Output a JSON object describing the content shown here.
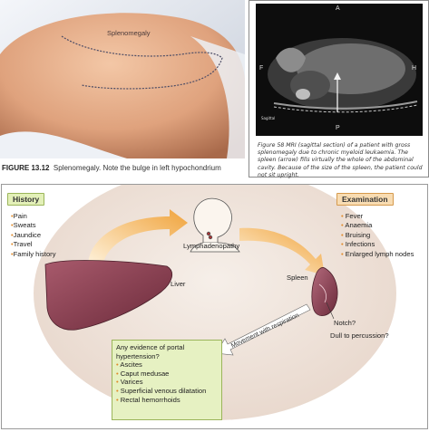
{
  "photo": {
    "overlay_label": "Splenomegaly",
    "caption_figure": "FIGURE 13.12",
    "caption_text": "Splenomegaly. Note the bulge in left hypochondrium"
  },
  "mri": {
    "label_top": "A",
    "label_left": "F",
    "label_right": "H",
    "label_bottom": "P",
    "caption": "Figure 58 MRI (sagittal section) of a patient with gross splenomegaly due to chronic myeloid leukaemia. The spleen (arrow) fills virtually the whole of the abdominal cavity. Because of the size of the spleen, the patient could not sit upright."
  },
  "diagram": {
    "history_title": "History",
    "history_items": [
      "Pain",
      "Sweats",
      "Jaundice",
      "Travel",
      "Family history"
    ],
    "exam_title": "Examination",
    "exam_items": [
      "Fever",
      "Anaemia",
      "Bruising",
      "Infections",
      "Enlarged lymph nodes"
    ],
    "lymph_label": "Lymphadenopathy",
    "liver_label": "Liver",
    "spleen_label": "Spleen",
    "notch_label": "Notch?",
    "dull_label": "Dull to percussion?",
    "arrow_label": "Movement with respiration",
    "portal_question": "Any evidence of portal hypertension?",
    "portal_items": [
      "Ascites",
      "Caput medusae",
      "Varices",
      "Superficial venous dilatation",
      "Rectal hemorrhoids"
    ],
    "colors": {
      "accent_orange": "#e8952f",
      "history_green": "#e3f0b8",
      "exam_peach": "#f8dcb2",
      "organ_maroon": "#8a3a4e"
    }
  }
}
